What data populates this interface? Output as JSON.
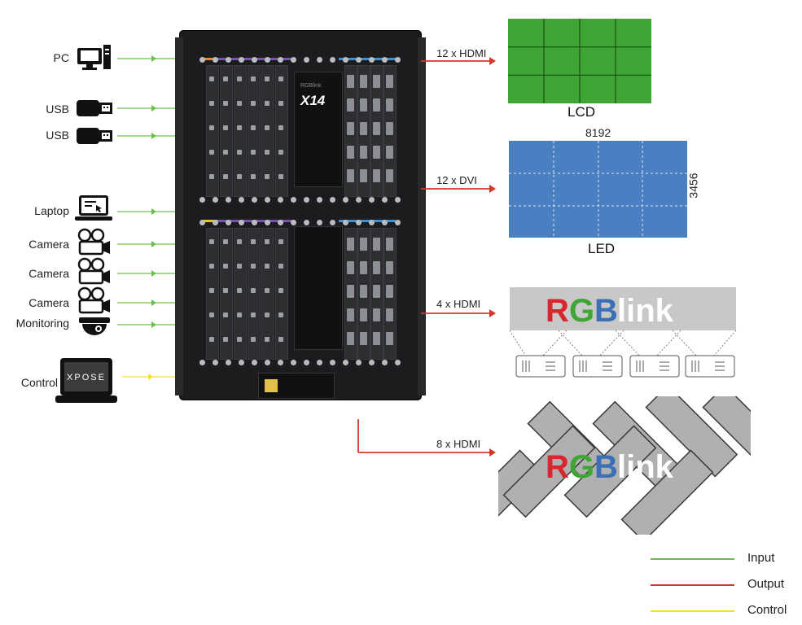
{
  "sources": [
    {
      "label": "PC",
      "icon": "desktop-pc-icon",
      "link": "input"
    },
    {
      "label": "USB",
      "icon": "usb-drive-icon",
      "link": "input"
    },
    {
      "label": "USB",
      "icon": "usb-drive-icon",
      "link": "input"
    },
    {
      "label": "Laptop",
      "icon": "laptop-icon",
      "link": "input"
    },
    {
      "label": "Camera",
      "icon": "video-camera-icon",
      "link": "input"
    },
    {
      "label": "Camera",
      "icon": "video-camera-icon",
      "link": "input"
    },
    {
      "label": "Camera",
      "icon": "video-camera-icon",
      "link": "input"
    },
    {
      "label": "Monitoring",
      "icon": "dome-camera-icon",
      "link": "input"
    },
    {
      "label": "Control",
      "icon": "control-laptop-icon",
      "link": "control"
    }
  ],
  "device": {
    "model": "X14",
    "brand": "RGBlink"
  },
  "control_screen_text": "XPOSE",
  "outputs": [
    {
      "label": "12 x HDMI",
      "target": "LCD"
    },
    {
      "label": "12 x DVI",
      "target": "LED"
    },
    {
      "label": "4 x HDMI",
      "target": "projection-blend"
    },
    {
      "label": "8 x HDMI",
      "target": "mosaic"
    }
  ],
  "lcd": {
    "label": "LCD",
    "color": "#3fa535",
    "rows": 3,
    "cols": 4
  },
  "led": {
    "label": "LED",
    "width_label": "8192",
    "height_label": "3456",
    "color": "#4a7fc1"
  },
  "logo_text": {
    "r": "R",
    "g": "G",
    "b": "B",
    "rest": "link"
  },
  "colors": {
    "input": "#6abf4b",
    "output": "#d03a2a",
    "control": "#f2e21c"
  },
  "legend": [
    {
      "label": "Input",
      "color": "#6abf4b"
    },
    {
      "label": "Output",
      "color": "#d03a2a"
    },
    {
      "label": "Control",
      "color": "#f2e21c"
    }
  ]
}
